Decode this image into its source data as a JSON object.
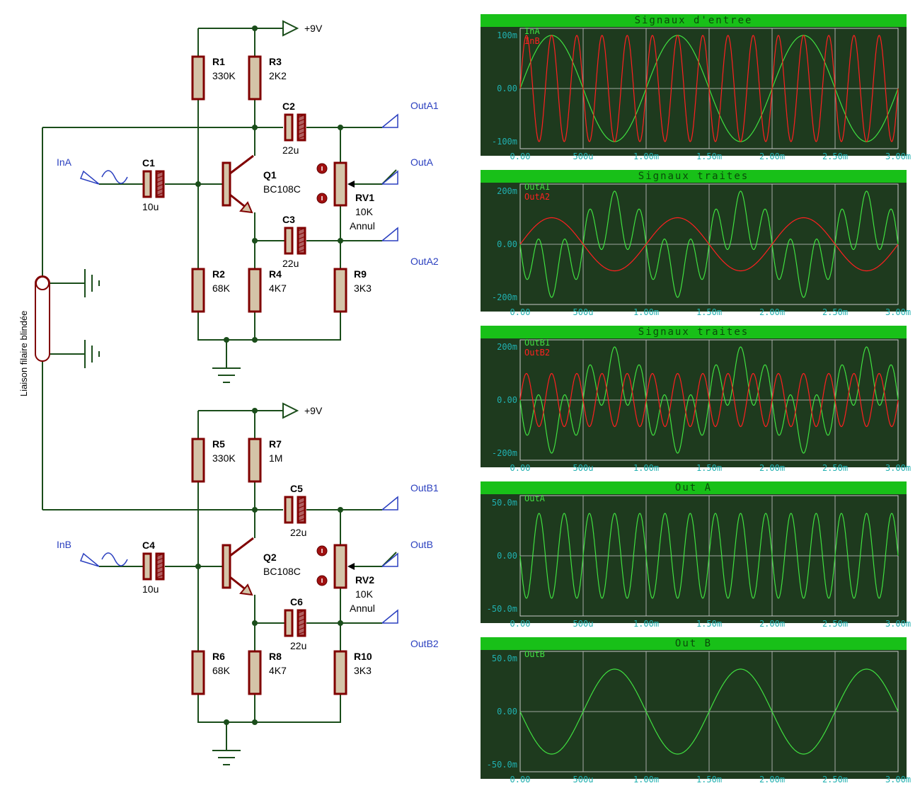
{
  "colors": {
    "wire": "#1a4d1a",
    "component": "#800000",
    "body": "#d4c4a8",
    "label": "#000000",
    "port": "#2a3fbf",
    "grid": "#c8c8c8",
    "green": "#40e040",
    "red": "#ff2020",
    "axis": "#20b0b0"
  },
  "schematic": {
    "supply_top": "+9V",
    "supply_bottom": "+9V",
    "cable_label": "Liaison filaire blindée",
    "components": {
      "R1": {
        "name": "R1",
        "value": "330K"
      },
      "R3": {
        "name": "R3",
        "value": "2K2"
      },
      "C2": {
        "name": "C2",
        "value": "22u"
      },
      "C1": {
        "name": "C1",
        "value": "10u"
      },
      "Q1": {
        "name": "Q1",
        "value": "BC108C"
      },
      "RV1": {
        "name": "RV1",
        "value": "10K",
        "extra": "Annul"
      },
      "C3": {
        "name": "C3",
        "value": "22u"
      },
      "R2": {
        "name": "R2",
        "value": "68K"
      },
      "R4": {
        "name": "R4",
        "value": "4K7"
      },
      "R9": {
        "name": "R9",
        "value": "3K3"
      },
      "R5": {
        "name": "R5",
        "value": "330K"
      },
      "R7": {
        "name": "R7",
        "value": "1M"
      },
      "C5": {
        "name": "C5",
        "value": "22u"
      },
      "C4": {
        "name": "C4",
        "value": "10u"
      },
      "Q2": {
        "name": "Q2",
        "value": "BC108C"
      },
      "RV2": {
        "name": "RV2",
        "value": "10K",
        "extra": "Annul"
      },
      "C6": {
        "name": "C6",
        "value": "22u"
      },
      "R6": {
        "name": "R6",
        "value": "68K"
      },
      "R8": {
        "name": "R8",
        "value": "4K7"
      },
      "R10": {
        "name": "R10",
        "value": "3K3"
      }
    },
    "ports": {
      "InA": "InA",
      "InB": "InB",
      "OutA1": "OutA1",
      "OutA": "OutA",
      "OutA2": "OutA2",
      "OutB1": "OutB1",
      "OutB": "OutB",
      "OutB2": "OutB2"
    }
  },
  "x_ticks": [
    "0.00",
    "500u",
    "1.00m",
    "1.50m",
    "2.00m",
    "2.50m",
    "3.00m"
  ],
  "chart_data": [
    {
      "type": "line",
      "title": "Signaux d'entree",
      "x_range": [
        0,
        0.003
      ],
      "y_ticks": [
        "100m",
        "0.00",
        "-100m"
      ],
      "ylim": [
        -0.1,
        0.1
      ],
      "series": [
        {
          "name": "InA",
          "color": "#40e040",
          "waveform": "sine",
          "amplitude": 0.1,
          "frequency": 1000,
          "phase_deg": 0
        },
        {
          "name": "InB",
          "color": "#ff2020",
          "waveform": "sine",
          "amplitude": 0.1,
          "frequency": 5000,
          "phase_deg": 0
        }
      ]
    },
    {
      "type": "line",
      "title": "Signaux traites",
      "x_range": [
        0,
        0.003
      ],
      "y_ticks": [
        "200m",
        "0.00",
        "-200m"
      ],
      "ylim": [
        -0.2,
        0.2
      ],
      "series": [
        {
          "name": "OutA1",
          "color": "#40e040",
          "waveform": "sum",
          "components": [
            {
              "amplitude": 0.1,
              "frequency": 1000,
              "phase_deg": 180
            },
            {
              "amplitude": 0.1,
              "frequency": 5000,
              "phase_deg": 180
            }
          ]
        },
        {
          "name": "OutA2",
          "color": "#ff2020",
          "waveform": "sine",
          "amplitude": 0.1,
          "frequency": 1000,
          "phase_deg": 0
        }
      ]
    },
    {
      "type": "line",
      "title": "Signaux traites",
      "x_range": [
        0,
        0.003
      ],
      "y_ticks": [
        "200m",
        "0.00",
        "-200m"
      ],
      "ylim": [
        -0.2,
        0.2
      ],
      "series": [
        {
          "name": "OutB1",
          "color": "#40e040",
          "waveform": "sum",
          "components": [
            {
              "amplitude": 0.1,
              "frequency": 1000,
              "phase_deg": 180
            },
            {
              "amplitude": 0.1,
              "frequency": 5000,
              "phase_deg": 180
            }
          ]
        },
        {
          "name": "OutB2",
          "color": "#ff2020",
          "waveform": "sine",
          "amplitude": 0.1,
          "frequency": 5000,
          "phase_deg": 0
        }
      ]
    },
    {
      "type": "line",
      "title": "Out A",
      "x_range": [
        0,
        0.003
      ],
      "y_ticks": [
        "50.0m",
        "0.00",
        "-50.0m"
      ],
      "ylim": [
        -0.05,
        0.05
      ],
      "series": [
        {
          "name": "OutA",
          "color": "#40e040",
          "waveform": "sine",
          "amplitude": 0.04,
          "frequency": 5000,
          "phase_deg": 180
        }
      ]
    },
    {
      "type": "line",
      "title": "Out B",
      "x_range": [
        0,
        0.003
      ],
      "y_ticks": [
        "50.0m",
        "0.00",
        "-50.0m"
      ],
      "ylim": [
        -0.05,
        0.05
      ],
      "series": [
        {
          "name": "OutB",
          "color": "#40e040",
          "waveform": "sine",
          "amplitude": 0.04,
          "frequency": 1000,
          "phase_deg": 180
        }
      ]
    }
  ]
}
